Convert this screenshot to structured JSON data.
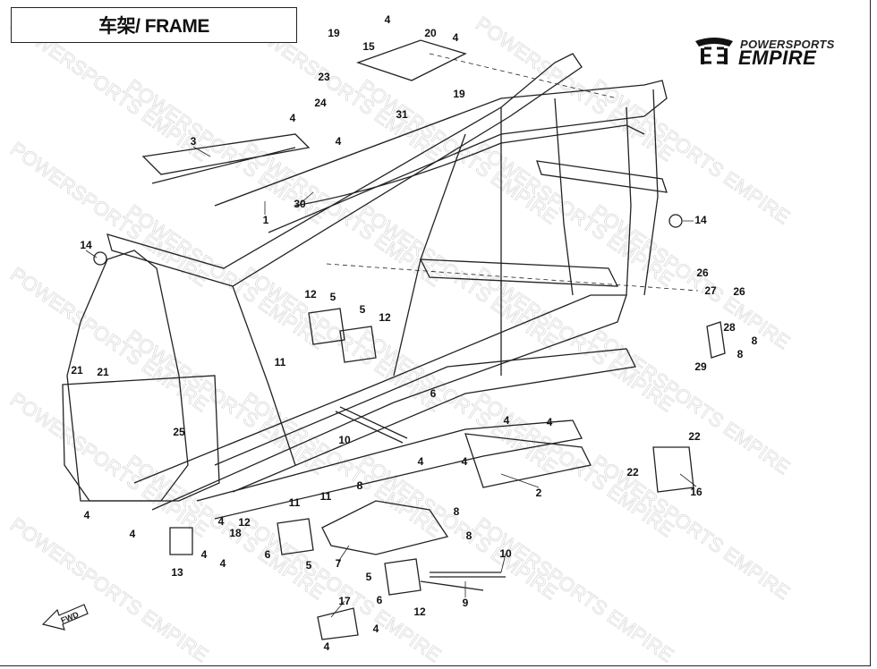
{
  "title": "车架/ FRAME",
  "logo": {
    "line1": "POWERSPORTS",
    "line2": "EMPIRE"
  },
  "watermark": "POWERSPORTS EMPIRE",
  "fwd_label": "FWD",
  "callouts": [
    "19",
    "4",
    "20",
    "4",
    "15",
    "23",
    "19",
    "24",
    "31",
    "4",
    "4",
    "3",
    "30",
    "1",
    "14",
    "14",
    "12",
    "5",
    "5",
    "12",
    "11",
    "26",
    "27",
    "26",
    "28",
    "8",
    "8",
    "29",
    "21",
    "21",
    "6",
    "4",
    "4",
    "10",
    "25",
    "22",
    "22",
    "16",
    "4",
    "4",
    "2",
    "8",
    "11",
    "11",
    "8",
    "4",
    "4",
    "4",
    "12",
    "18",
    "6",
    "5",
    "13",
    "4",
    "4",
    "8",
    "7",
    "10",
    "5",
    "17",
    "6",
    "12",
    "9",
    "4",
    "4"
  ],
  "colors": {
    "line": "#222222",
    "watermark": "#d8d8d8"
  }
}
